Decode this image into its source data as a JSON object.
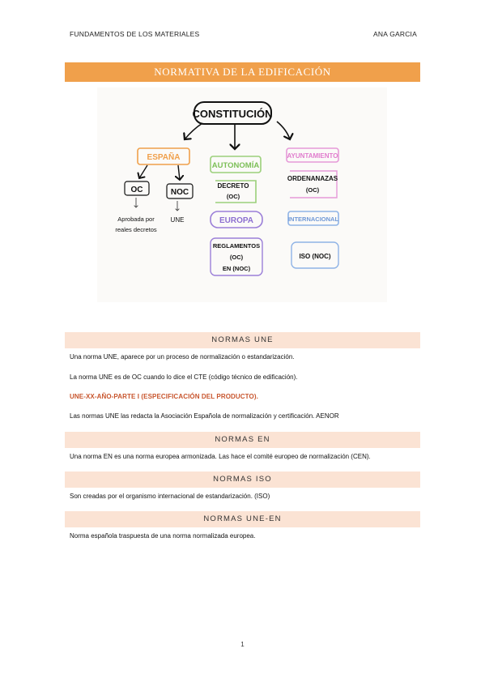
{
  "header": {
    "left": "FUNDAMENTOS DE LOS MATERIALES",
    "right": "ANA GARCIA"
  },
  "title": "NORMATIVA DE LA EDIFICACIÓN",
  "diagram": {
    "root": "CONSTITUCIÓN",
    "espana": "ESPAÑA",
    "oc": "OC",
    "noc": "NOC",
    "oc_desc_1": "Aprobada por",
    "oc_desc_2": "reales decretos",
    "une": "UNE",
    "autonomia": "AUTONOMÍA",
    "decreto_1": "DECRETO",
    "decreto_2": "(OC)",
    "europa": "EUROPA",
    "reglamentos_1": "REGLAMENTOS",
    "reglamentos_2": "(OC)",
    "reglamentos_3": "EN (NOC)",
    "ayuntamiento": "AYUNTAMIENTO",
    "ordenanzas_1": "ORDENANAZAS",
    "ordenanzas_2": "(OC)",
    "internacional": "INTERNACIONAL",
    "iso": "ISO (NOC)"
  },
  "sections": {
    "une": {
      "heading": "NORMAS UNE",
      "p1": "Una norma UNE, aparece por un proceso de normalización o estandarización.",
      "p2": "La norma UNE es de OC cuando lo dice el CTE (código técnico de edificación).",
      "p3": "UNE-XX-AÑO-PARTE I (ESPECIFICACIÓN DEL PRODUCTO).",
      "p4": "Las normas UNE las redacta la Asociación Española de normalización y certificación. AENOR"
    },
    "en": {
      "heading": "NORMAS EN",
      "p1": "Una norma EN es una norma europea armonizada. Las hace el comité europeo de normalización (CEN)."
    },
    "iso": {
      "heading": "NORMAS ISO",
      "p1": "Son creadas por el organismo internacional de estandarización. (ISO)"
    },
    "une_en": {
      "heading": "NORMAS UNE-EN",
      "p1": "Norma española traspuesta de una norma normalizada europea."
    }
  },
  "page_number": "1",
  "colors": {
    "title_bar": "#f0a04b",
    "section_bar": "#fbe3d4",
    "accent_text": "#c8552d",
    "espana": "#f0a04b",
    "autonomia": "#9bd07a",
    "europa": "#9b7fd8",
    "ayuntamiento": "#e69ad8",
    "internacional": "#8fb3e6"
  }
}
